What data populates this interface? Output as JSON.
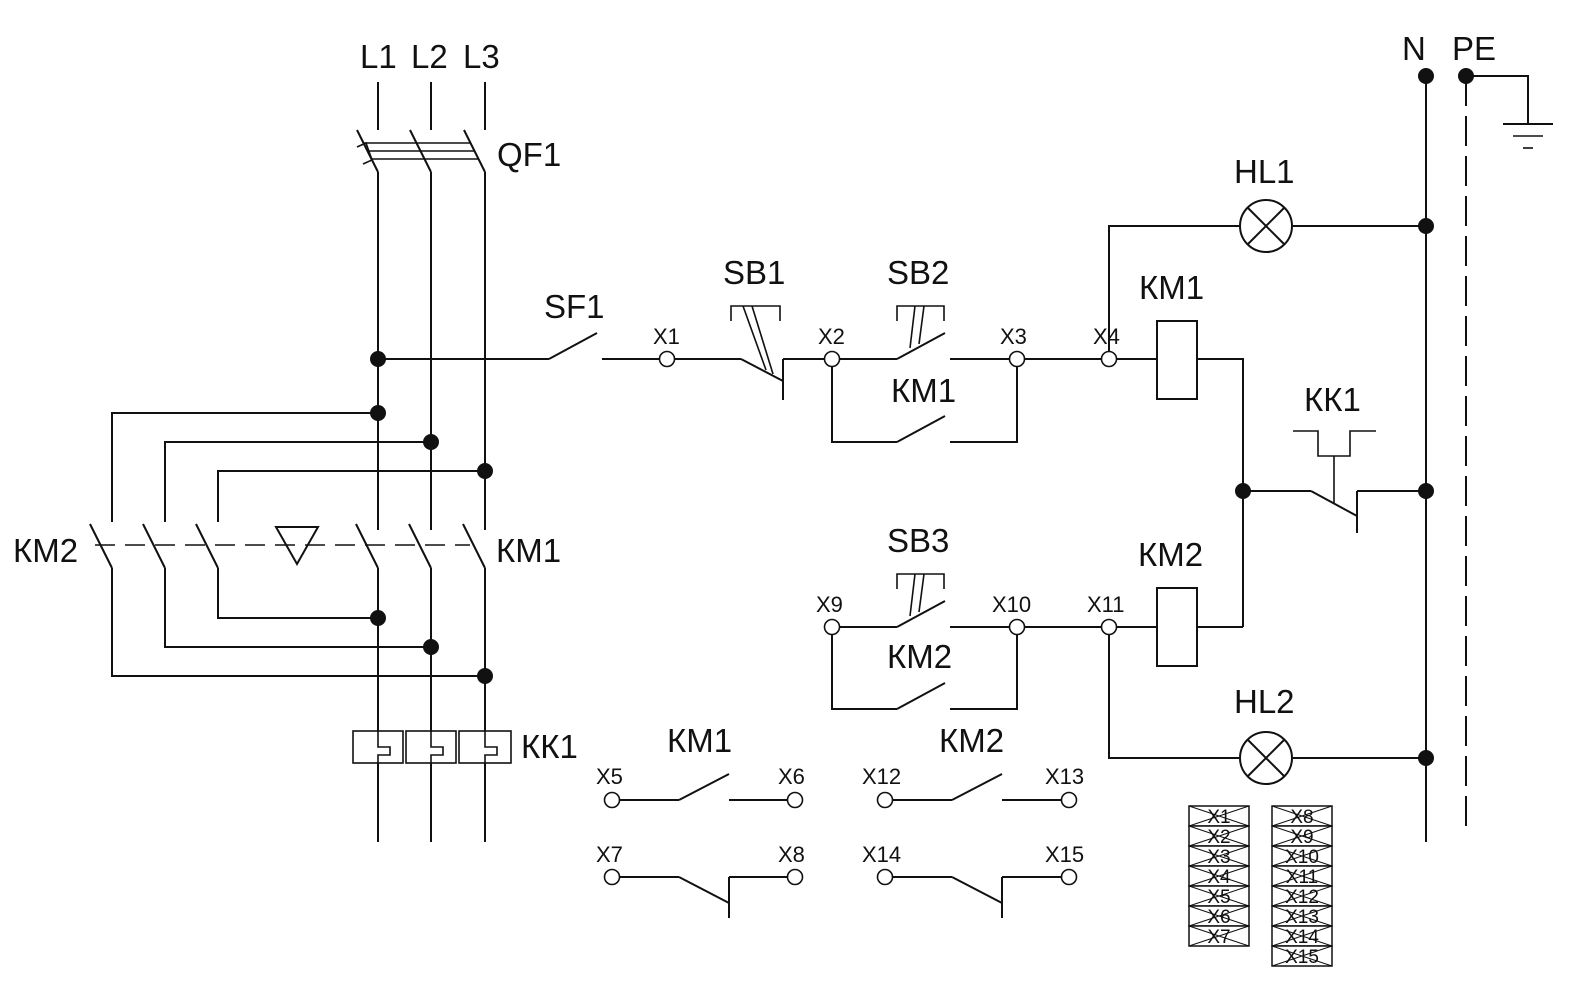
{
  "phases": {
    "l1": "L1",
    "l2": "L2",
    "l3": "L3",
    "n": "N",
    "pe": "PE"
  },
  "components": {
    "qf1": "QF1",
    "sf1": "SF1",
    "sb1": "SB1",
    "sb2": "SB2",
    "sb3": "SB3",
    "km1": "КМ1",
    "km2": "КМ2",
    "kk1": "КК1",
    "hl1": "HL1",
    "hl2": "HL2"
  },
  "terminals": [
    "X1",
    "X2",
    "X3",
    "X4",
    "X5",
    "X6",
    "X7",
    "X8",
    "X9",
    "X10",
    "X11",
    "X12",
    "X13",
    "X14",
    "X15"
  ],
  "terminal_blocks": {
    "left": [
      "X1",
      "X2",
      "X3",
      "X4",
      "X5",
      "X6",
      "X7"
    ],
    "right": [
      "X8",
      "X9",
      "X10",
      "X11",
      "X12",
      "X13",
      "X14",
      "X15"
    ]
  },
  "icons": {
    "ground": "ground-icon",
    "lamp": "lamp-icon",
    "coil": "coil-icon",
    "thermal": "thermal-relay-icon",
    "breaker": "breaker-icon"
  }
}
